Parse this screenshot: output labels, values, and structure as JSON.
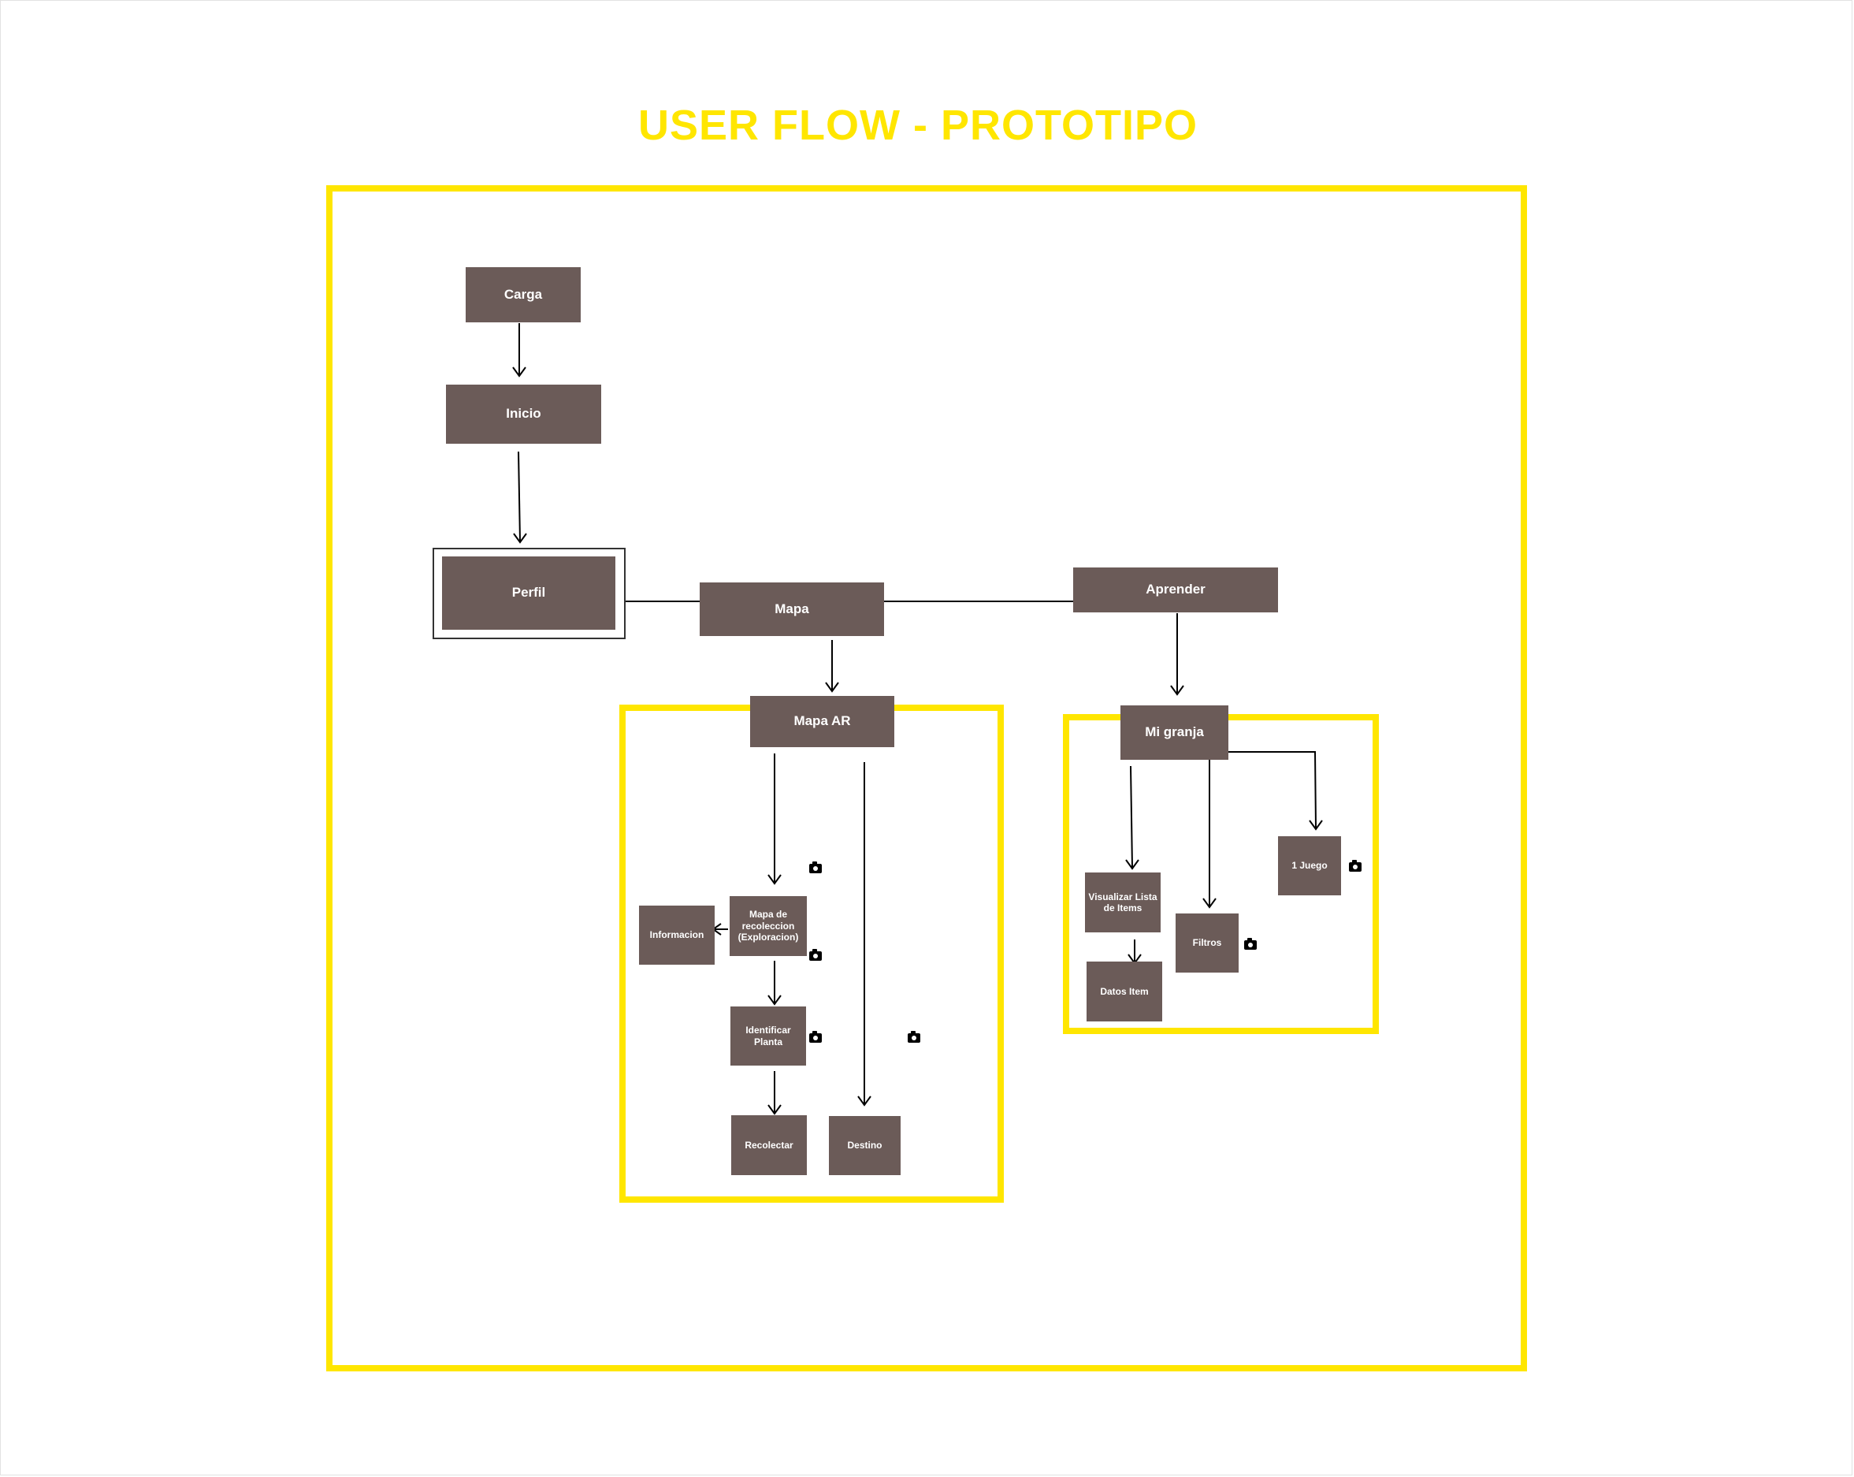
{
  "title": "USER FLOW - PROTOTIPO",
  "colors": {
    "accent": "#ffe600",
    "node": "#6b5b58",
    "node_text": "#ffffff",
    "edge": "#000000"
  },
  "nodes": {
    "carga": "Carga",
    "inicio": "Inicio",
    "perfil": "Perfil",
    "mapa": "Mapa",
    "aprender": "Aprender",
    "mapa_ar": "Mapa AR",
    "mi_granja": "Mi granja",
    "mapa_recoleccion": "Mapa de recoleccion (Exploracion)",
    "informacion": "Informacion",
    "identificar_planta": "Identificar Planta",
    "recolectar": "Recolectar",
    "destino": "Destino",
    "visualizar_lista": "Visualizar Lista de Items",
    "datos_item": "Datos Item",
    "filtros": "Filtros",
    "juego": "1 Juego"
  },
  "icons": [
    "camera-icon"
  ]
}
